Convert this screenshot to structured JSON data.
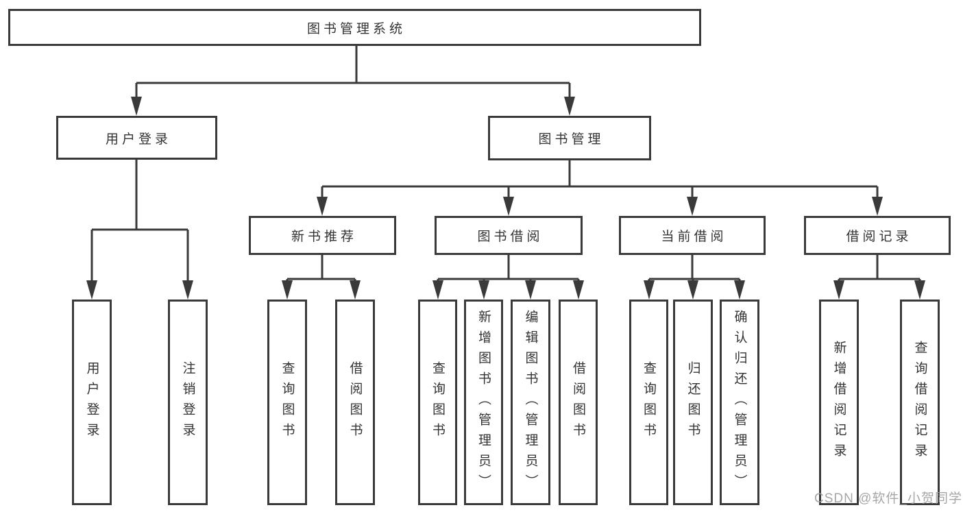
{
  "diagram": {
    "nodes": {
      "root": {
        "label": "图书管理系统"
      },
      "user_login": {
        "label": "用户登录"
      },
      "book_mgmt": {
        "label": "图书管理"
      },
      "new_books": {
        "label": "新书推荐"
      },
      "book_borrow": {
        "label": "图书借阅"
      },
      "current_borrow": {
        "label": "当前借阅"
      },
      "borrow_records": {
        "label": "借阅记录"
      },
      "ul_user_login": {
        "label": "用户登录"
      },
      "ul_logout": {
        "label": "注销登录"
      },
      "nb_query_books": {
        "label": "查询图书"
      },
      "nb_borrow_books": {
        "label": "借阅图书"
      },
      "bb_query_books": {
        "label": "查询图书"
      },
      "bb_add_books": {
        "label": "新增图书（管理员）"
      },
      "bb_edit_books": {
        "label": "编辑图书（管理员）"
      },
      "bb_borrow_books": {
        "label": "借阅图书"
      },
      "cb_query_books": {
        "label": "查询图书"
      },
      "cb_return_books": {
        "label": "归还图书"
      },
      "cb_confirm_return": {
        "label": "确认归还（管理员）"
      },
      "br_add_record": {
        "label": "新增借阅记录"
      },
      "br_query_record": {
        "label": "查询借阅记录"
      }
    }
  },
  "watermark": {
    "text": "CSDN @软件_小贺同学"
  },
  "colors": {
    "line": "#3a3a3a",
    "text": "#333333",
    "watermark": "#9e9e9e"
  }
}
